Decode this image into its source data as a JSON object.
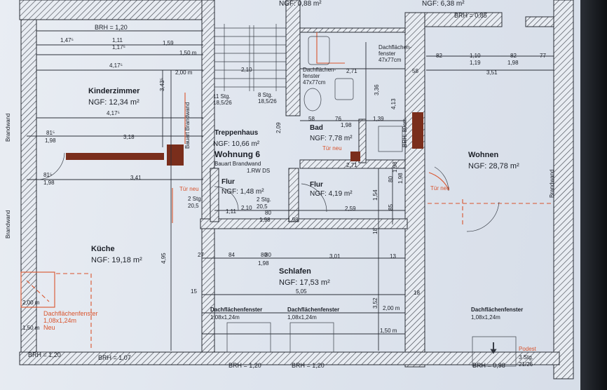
{
  "plan": {
    "top": {
      "ngf_a": "NGF: 0,88 m²",
      "ngf_b": "NGF: 6,38 m²",
      "brh_left": "BRH = 1,20",
      "brh_right": "BRH = 0,85"
    },
    "rooms": {
      "kinder": {
        "name": "Kinderzimmer",
        "ngf": "NGF: 12,34 m²"
      },
      "treppe": {
        "name": "Treppenhaus",
        "ngf": "NGF: 10,66 m²"
      },
      "wohnung": {
        "name": "Wohnung 6",
        "sub1": "Bauart Brandwand",
        "sub2": "1.RW DS"
      },
      "bad": {
        "name": "Bad",
        "ngf": "NGF: 7,78 m²"
      },
      "wohnen": {
        "name": "Wohnen",
        "ngf": "NGF: 28,78 m²"
      },
      "flur1": {
        "name": "Flur",
        "ngf": "NGF: 1,48 m²"
      },
      "flur2": {
        "name": "Flur",
        "ngf": "NGF: 4,19 m²"
      },
      "kueche": {
        "name": "Küche",
        "ngf": "NGF: 19,18 m²"
      },
      "schlafen": {
        "name": "Schlafen",
        "ngf": "NGF: 17,53 m²"
      }
    },
    "labels": {
      "brandwand_left_top": "Brandwand",
      "brandwand_left_bottom": "Brandwand",
      "brandwand_right": "Brandwand",
      "bauart_brandwand_a": "Bauart Brandwand",
      "stg11": "11 Stg.",
      "stg11b": "18,5/26",
      "stg8": "8 Stg.",
      "stg8b": "18,5/26",
      "stg2a": "2 Stg.",
      "stg2a_b": "20,5",
      "stg2b": "2 Stg.",
      "stg2b_b": "20,5",
      "dff1": "Dachflächen-",
      "dff1b": "fenster",
      "dff1c": "47x77cm",
      "dff2": "Dachflächen-",
      "dff2b": "fenster",
      "dff2c": "47x77cm",
      "tuer_neu_a": "Tür neu",
      "tuer_neu_b": "Tür neu",
      "tuer_neu_c": "Tür neu",
      "brh_80": "BRH: 80cm",
      "dff_kueche": "Dachflächenfenster",
      "dff_kueche_b": "1,08x1,24m",
      "dff_kueche_c": "Neu",
      "dff_s1": "Dachflächenfenster",
      "dff_s1b": "1,08x1,24m",
      "dff_s2": "Dachflächenfenster",
      "dff_s2b": "1,08x1,24m",
      "dff_w": "Dachflächenfenster",
      "dff_wb": "1,08x1,24m",
      "podest": "Podest",
      "podest_b": "3 Stg.",
      "podest_c": "21/26",
      "brh_k1": "BRH = 1,20",
      "brh_k2": "BRH = 1,07",
      "brh_s1": "BRH = 1,20",
      "brh_s2": "BRH = 1,20",
      "brh_w": "BRH = 0,98"
    },
    "dims": {
      "d1": "1,47⁵",
      "d2": "1,11",
      "d3": "1,17⁵",
      "d4": "1,59",
      "d5": "1,50 m",
      "d6": "4,17⁵",
      "d7": "2,00 m",
      "d8": "2,10",
      "d9": "3,43⁵",
      "d10": "4,17⁵",
      "d11": "81⁵",
      "d12": "1,98",
      "d13": "3,18",
      "d14": "81⁵",
      "d15": "1,98",
      "d16": "3,41",
      "d17": "4,95",
      "d18": "2,00 m",
      "d19": "1,50 m",
      "d20": "2,09",
      "d21": "58",
      "d22": "76",
      "d23": "1,98",
      "d24": "1,39",
      "d25": "3,36",
      "d26": "2,71",
      "d27": "2,71",
      "d28": "4,13",
      "d29": "1,98",
      "d30": "82",
      "d31": "1,10",
      "d32": "82",
      "d33": "77",
      "d34": "1,19",
      "d35": "1,98",
      "d36": "3,51",
      "d37": "80",
      "d38": "1,98",
      "d39": "2,10",
      "d40": "1,11",
      "d41": "80",
      "d42": "1,98",
      "d43": "2,59",
      "d44": "1,54",
      "d45": "85",
      "d46": "80",
      "d47": "18",
      "d48": "84",
      "d49": "80",
      "d50": "1,98",
      "d51": "3,01",
      "d52": "13",
      "d53": "5,05",
      "d54": "15",
      "d55": "3,52",
      "d56": "2,00 m",
      "d57": "1,50 m",
      "d58": "18",
      "d59": "27",
      "d60": "58",
      "d61": "1,98"
    }
  }
}
